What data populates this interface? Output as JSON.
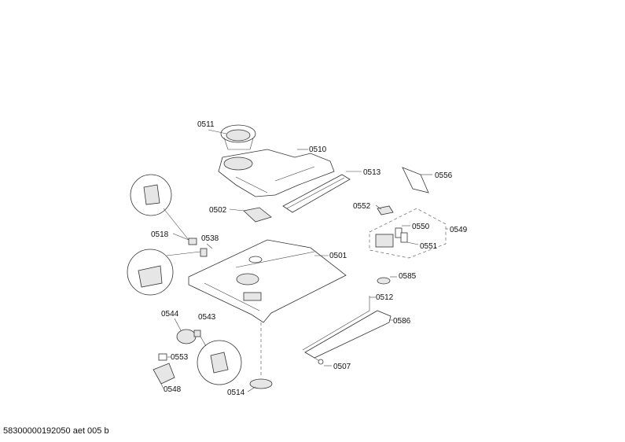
{
  "labels": {
    "p0511": "0511",
    "p0510": "0510",
    "p0513": "0513",
    "p0556": "0556",
    "p0502": "0502",
    "p0552": "0552",
    "p0550": "0550",
    "p0549": "0549",
    "p0551": "0551",
    "p0518": "0518",
    "p0538": "0538",
    "p0501": "0501",
    "p0585": "0585",
    "p0512": "0512",
    "p0586": "0586",
    "p0544": "0544",
    "p0543": "0543",
    "p0553": "0553",
    "p0507": "0507",
    "p0548": "0548",
    "p0514": "0514"
  },
  "footer": "58300000192050 aet 005 b"
}
